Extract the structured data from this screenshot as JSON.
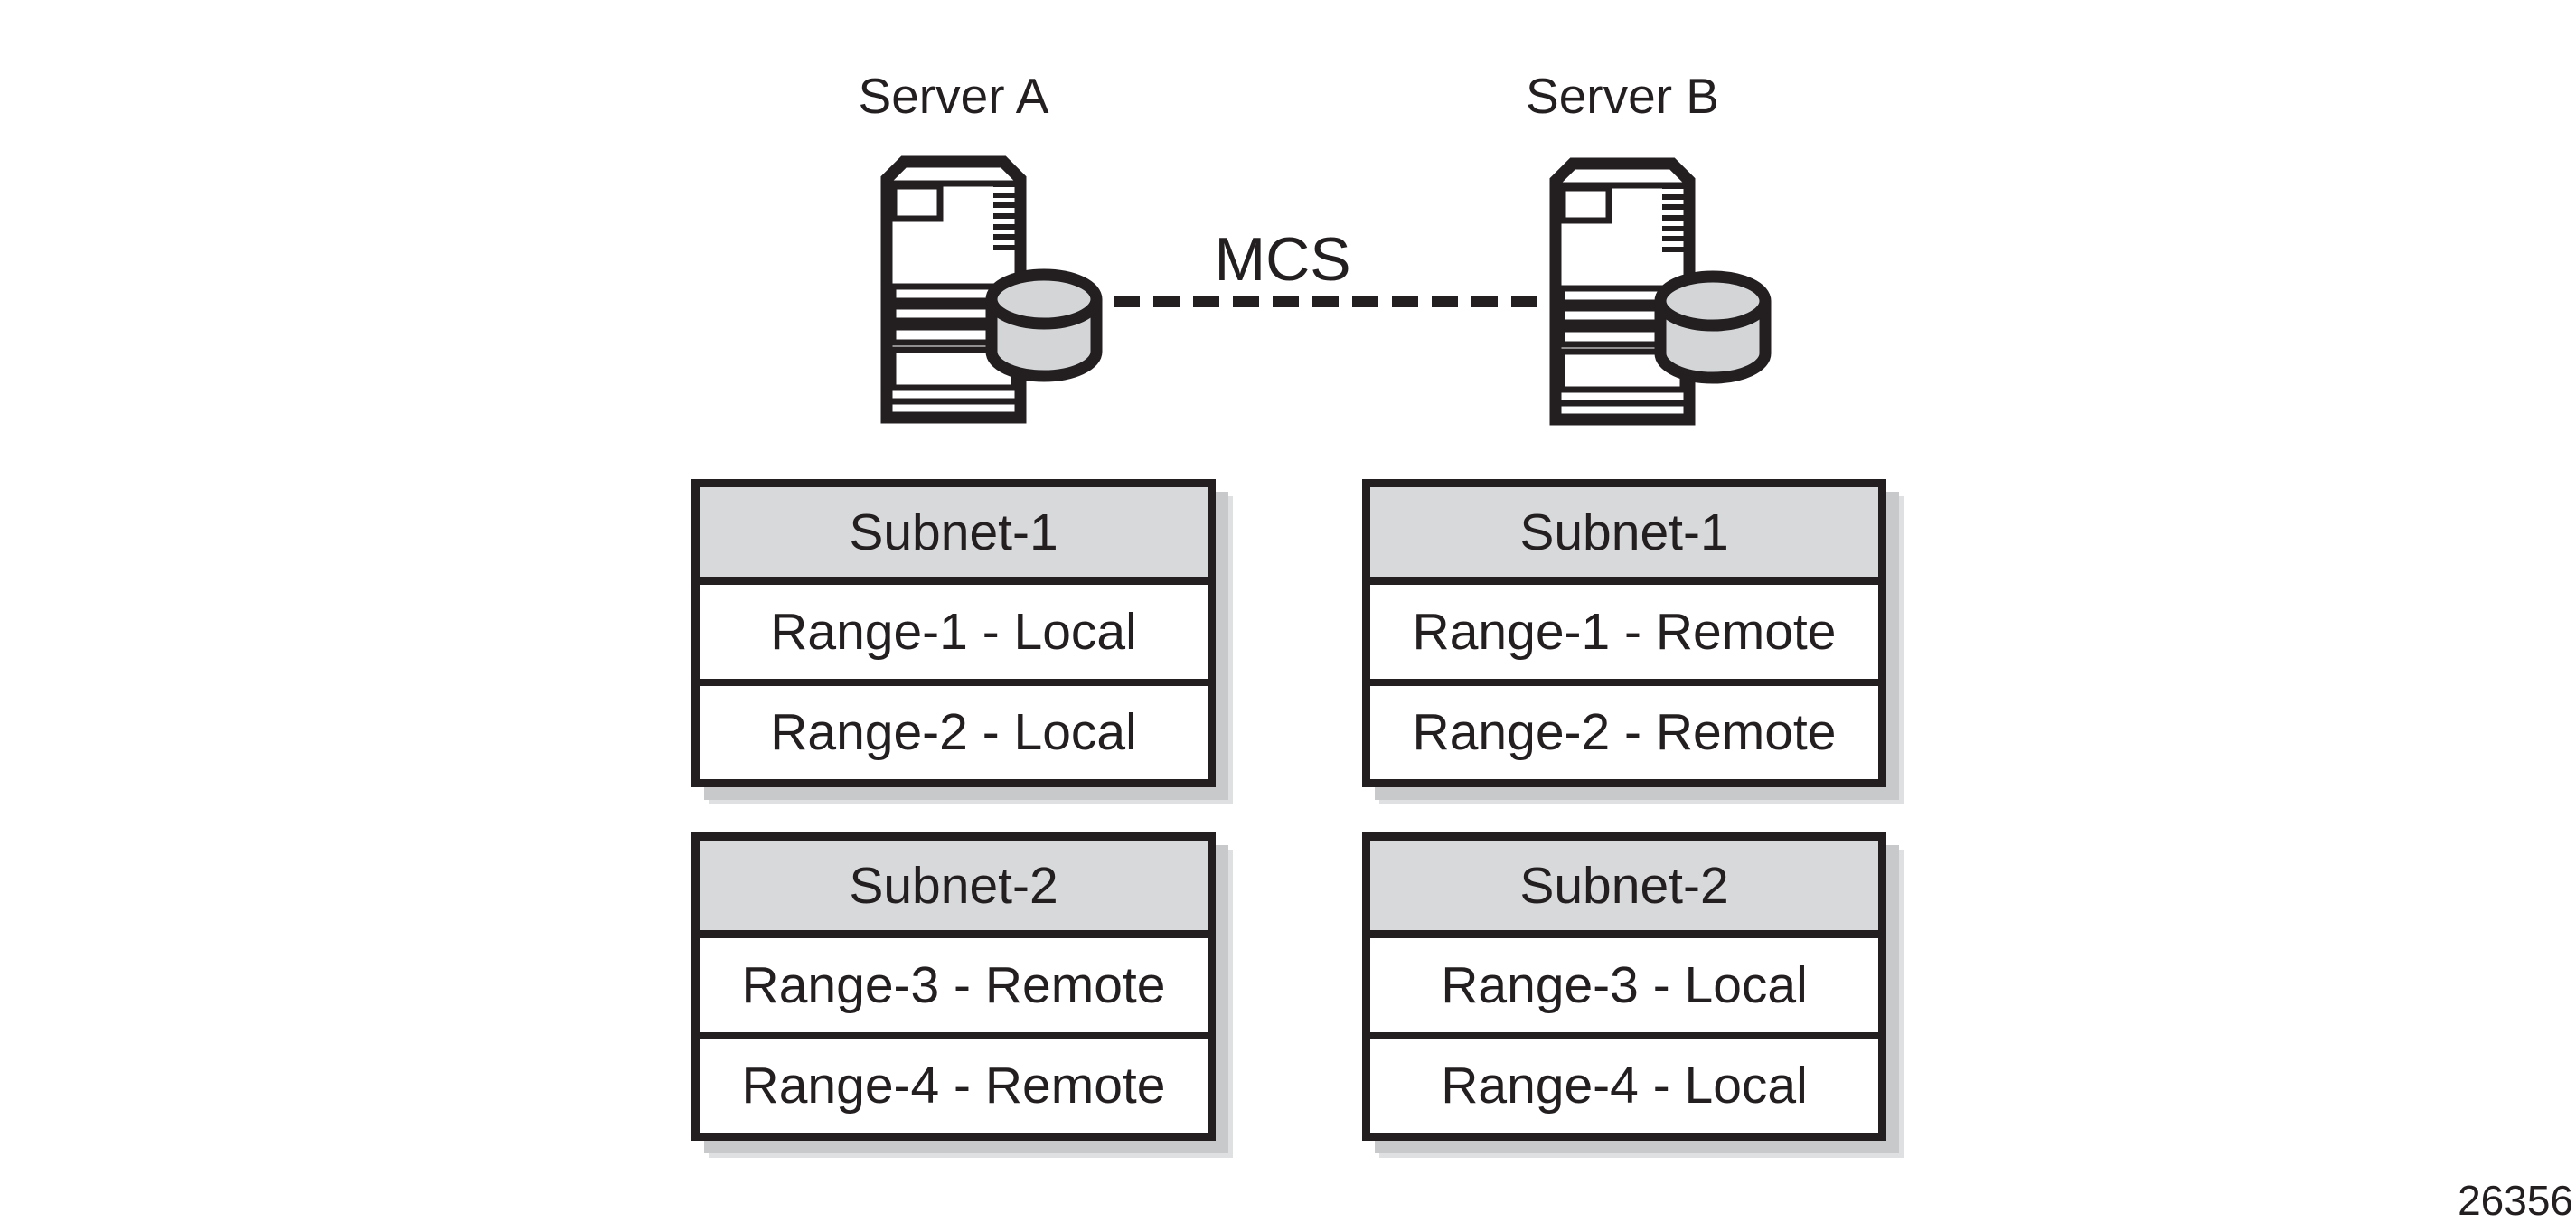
{
  "diagram": {
    "servers": [
      {
        "id": "A",
        "label": "Server A"
      },
      {
        "id": "B",
        "label": "Server B"
      }
    ],
    "link": {
      "label": "MCS",
      "style": "dashed"
    },
    "tables": [
      {
        "server": "A",
        "header": "Subnet-1",
        "rows": [
          "Range-1 - Local",
          "Range-2 - Local"
        ]
      },
      {
        "server": "B",
        "header": "Subnet-1",
        "rows": [
          "Range-1 - Remote",
          "Range-2 - Remote"
        ]
      },
      {
        "server": "A",
        "header": "Subnet-2",
        "rows": [
          "Range-3 - Remote",
          "Range-4 - Remote"
        ]
      },
      {
        "server": "B",
        "header": "Subnet-2",
        "rows": [
          "Range-3 - Local",
          "Range-4 - Local"
        ]
      }
    ],
    "figure_number": "26356",
    "colors": {
      "ink": "#231f20",
      "fill_gray": "#d8d9db",
      "cylinder_gray": "#d3d5d7",
      "shadow_dark": "#c7c9cb",
      "shadow_light": "#dfe0e2"
    }
  }
}
